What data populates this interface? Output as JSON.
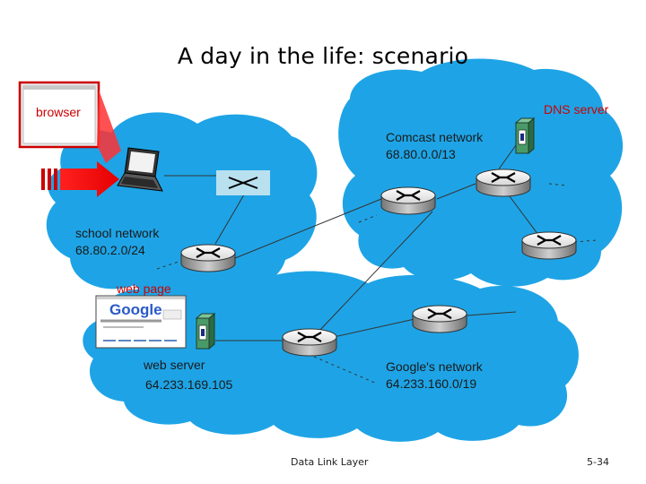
{
  "slide": {
    "title": "A day in the life: scenario",
    "footer_center": "Data Link Layer",
    "footer_right": "5-34"
  },
  "labels": {
    "browser": "browser",
    "dns_server": "DNS server",
    "comcast_name": "Comcast network",
    "comcast_prefix": "68.80.0.0/13",
    "school_name": "school network",
    "school_prefix": "68.80.2.0/24",
    "web_page": "web page",
    "web_server_name": "web server",
    "web_server_ip": "64.233.169.105",
    "google_name": "Google's network",
    "google_prefix": "64.233.160.0/19"
  },
  "web_page_logo": "Google",
  "colors": {
    "cloud": "#1EA4E6",
    "accent_red": "#cc0000",
    "router": "#9a9a9a",
    "server": "#2b7a4a"
  }
}
